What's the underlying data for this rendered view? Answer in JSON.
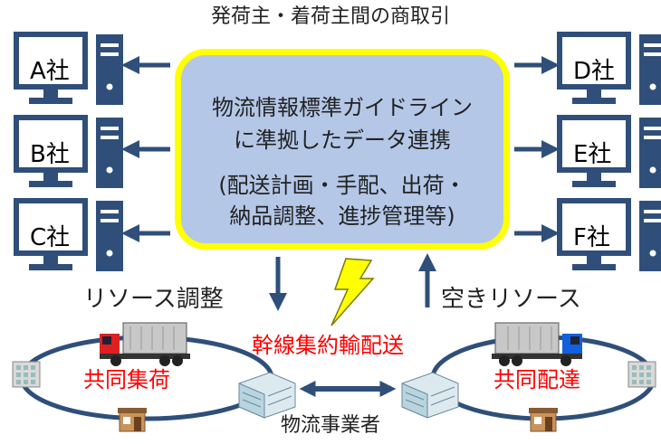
{
  "title": "発荷主・着荷主間の商取引",
  "center": {
    "line1": "物流情報標準ガイドライン",
    "line2": "に準拠したデータ連携",
    "line3": "(配送計画・手配、出荷・",
    "line4": "納品調整、進捗管理等)"
  },
  "companies_left": [
    "A社",
    "B社",
    "C社"
  ],
  "companies_right": [
    "D社",
    "E社",
    "F社"
  ],
  "resource_adjust": "リソース調整",
  "free_resource": "空きリソース",
  "trunk_line": "幹線集約輸配送",
  "joint_pickup": "共同集荷",
  "joint_delivery": "共同配達",
  "operators": "物流事業者",
  "colors": {
    "dark_blue": "#2f4f7a",
    "box_fill": "#b4c7e7",
    "box_border": "#ffff00",
    "red_text": "#ff0000"
  }
}
